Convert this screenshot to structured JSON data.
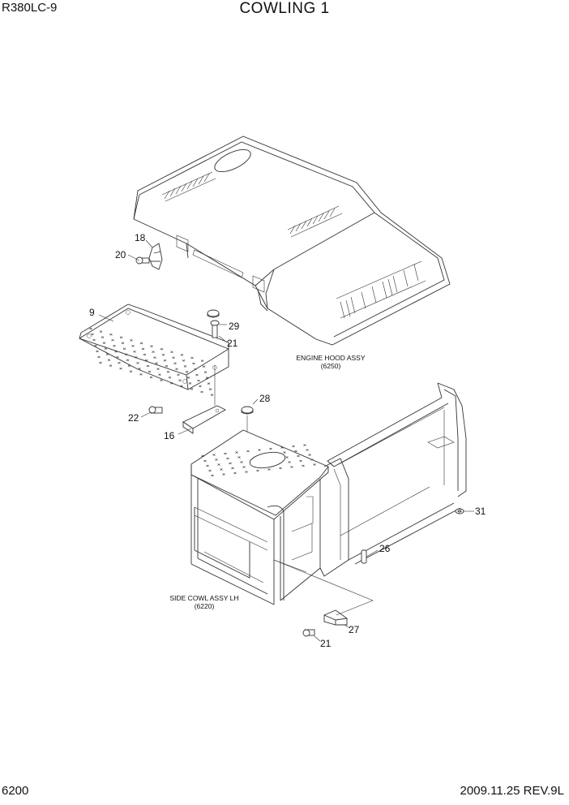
{
  "header": {
    "model": "R380LC-9",
    "title": "COWLING 1"
  },
  "footer": {
    "page": "6200",
    "revision": "2009.11.25  REV.9L"
  },
  "captions": {
    "hood_name": "ENGINE HOOD ASSY",
    "hood_code": "(6250)",
    "side_name": "SIDE COWL ASSY LH",
    "side_code": "(6220)"
  },
  "part_numbers": {
    "p9": "9",
    "p16": "16",
    "p18": "18",
    "p20": "20",
    "p21a": "21",
    "p21b": "21",
    "p22": "22",
    "p26": "26",
    "p27": "27",
    "p28": "28",
    "p29": "29",
    "p31": "31"
  }
}
